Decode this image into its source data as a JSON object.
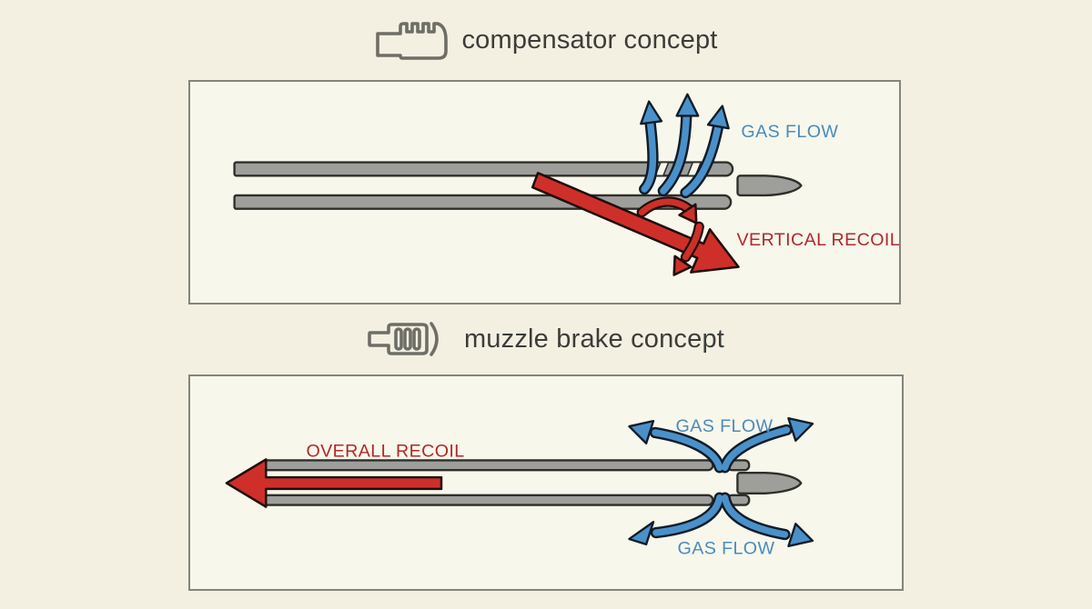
{
  "titles": {
    "compensator": "compensator concept",
    "muzzle_brake": "muzzle brake concept"
  },
  "panels": {
    "compensator": {
      "labels": {
        "gas_flow": "GAS FLOW",
        "vertical_recoil": "VERTICAL RECOIL"
      }
    },
    "muzzle_brake": {
      "labels": {
        "gas_flow_top": "GAS FLOW",
        "gas_flow_bottom": "GAS FLOW",
        "overall_recoil": "OVERALL RECOIL"
      }
    }
  },
  "icons": {
    "compensator": "compensator-device-icon",
    "muzzle_brake": "muzzle-brake-device-icon"
  },
  "colors": {
    "page_bg": "#f3f0e2",
    "panel_bg": "#f8f7eb",
    "panel_border": "#85847b",
    "barrel_gray": "#9e9e9b",
    "outline_dark": "#2e2e2a",
    "gas_blue": "#4a91ca",
    "gas_blue_outline": "#101c28",
    "blue_text": "#4a8cbb",
    "recoil_red": "#cf2f29",
    "red_outline": "#1f0e0b",
    "red_text": "#ae2a2a",
    "title_text": "#3c3c3a",
    "icon_gray": "#6e6e66"
  }
}
